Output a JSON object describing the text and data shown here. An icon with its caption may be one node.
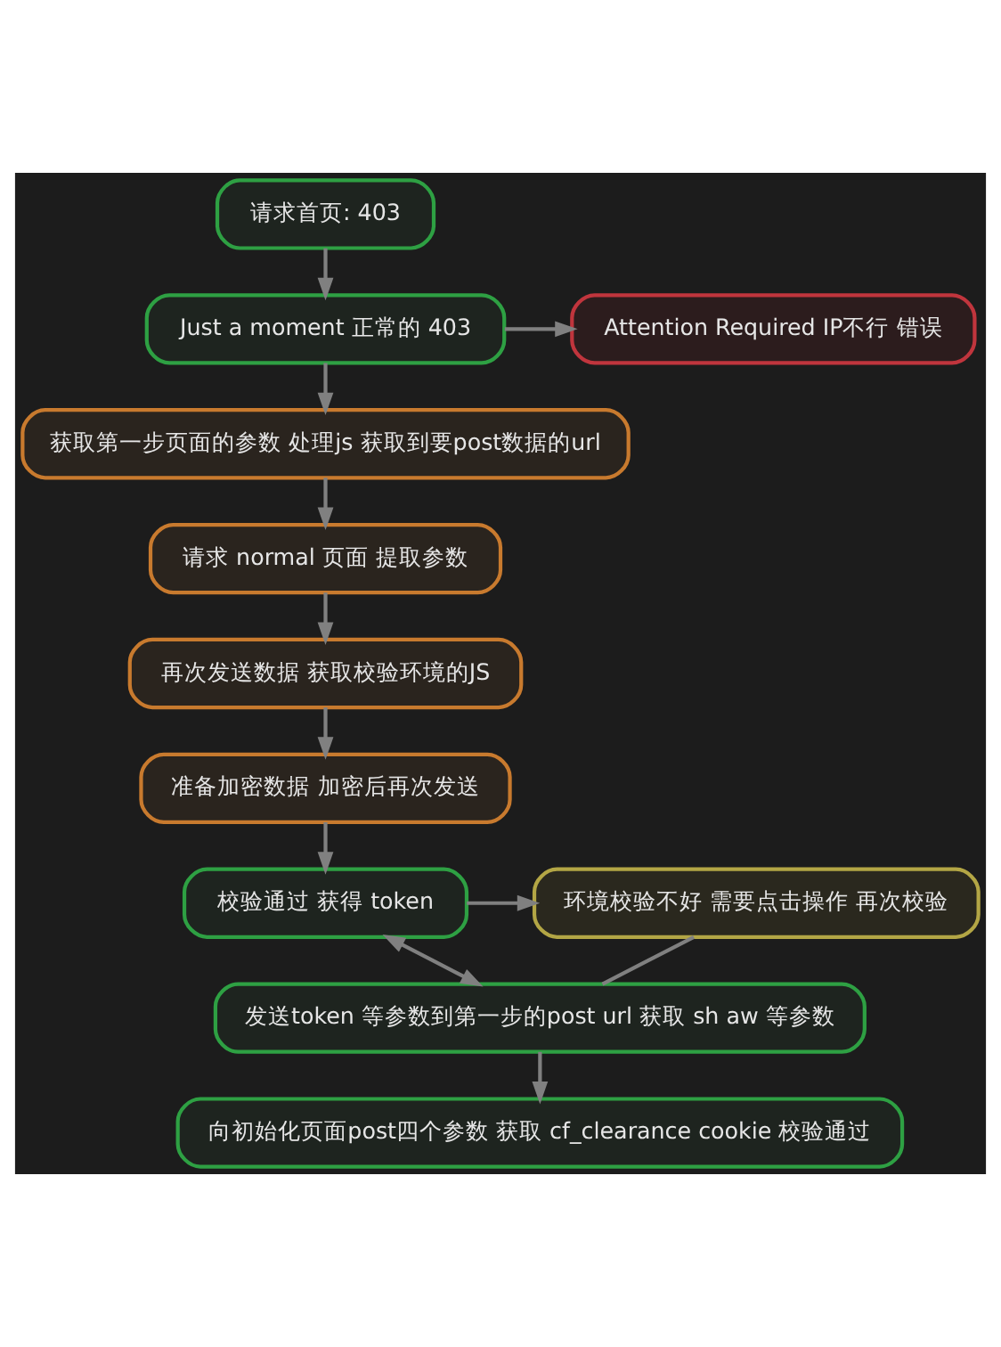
{
  "diagram": {
    "nodes": [
      {
        "text": [
          "请求首页: 403"
        ]
      },
      {
        "text": [
          "Attention Required IP不行 错误"
        ]
      },
      {
        "text": [
          "Just a moment 正常的 403"
        ]
      },
      {
        "text": [
          "获取第一步页面的参数 处理js 获取到要post数据的url"
        ]
      },
      {
        "text": [
          "请求 normal 页面 提取参数"
        ]
      },
      {
        "text": [
          "再次发送数据 获取校验环境的JS"
        ]
      },
      {
        "text": [
          "准备加密数据 加密后再次发送"
        ]
      },
      {
        "text": [
          "环境校验不好 需要点击操作 再次校验"
        ]
      },
      {
        "text": [
          "校验通过 获得 token"
        ]
      },
      {
        "text": [
          "发送token 等参数到第一步的post url 获取 sh aw 等参数"
        ]
      },
      {
        "text": [
          "向初始化页面post四个参数 获取 cf_clearance cookie 校验通过"
        ]
      }
    ],
    "edges": [
      {
        "from": 0,
        "to": 2,
        "arrow": "to"
      },
      {
        "from": 2,
        "to": 1,
        "arrow": "to"
      },
      {
        "from": 2,
        "to": 3,
        "arrow": "to"
      },
      {
        "from": 3,
        "to": 4,
        "arrow": "to"
      },
      {
        "from": 4,
        "to": 5,
        "arrow": "to"
      },
      {
        "from": 5,
        "to": 6,
        "arrow": "to"
      },
      {
        "from": 6,
        "to": 8,
        "arrow": "to"
      },
      {
        "from": 8,
        "to": 7,
        "arrow": "to"
      },
      {
        "from": 7,
        "to": 9,
        "arrow": "none"
      },
      {
        "from": 8,
        "to": 9,
        "arrow": "both"
      },
      {
        "from": 9,
        "to": 10,
        "arrow": "to"
      }
    ]
  }
}
